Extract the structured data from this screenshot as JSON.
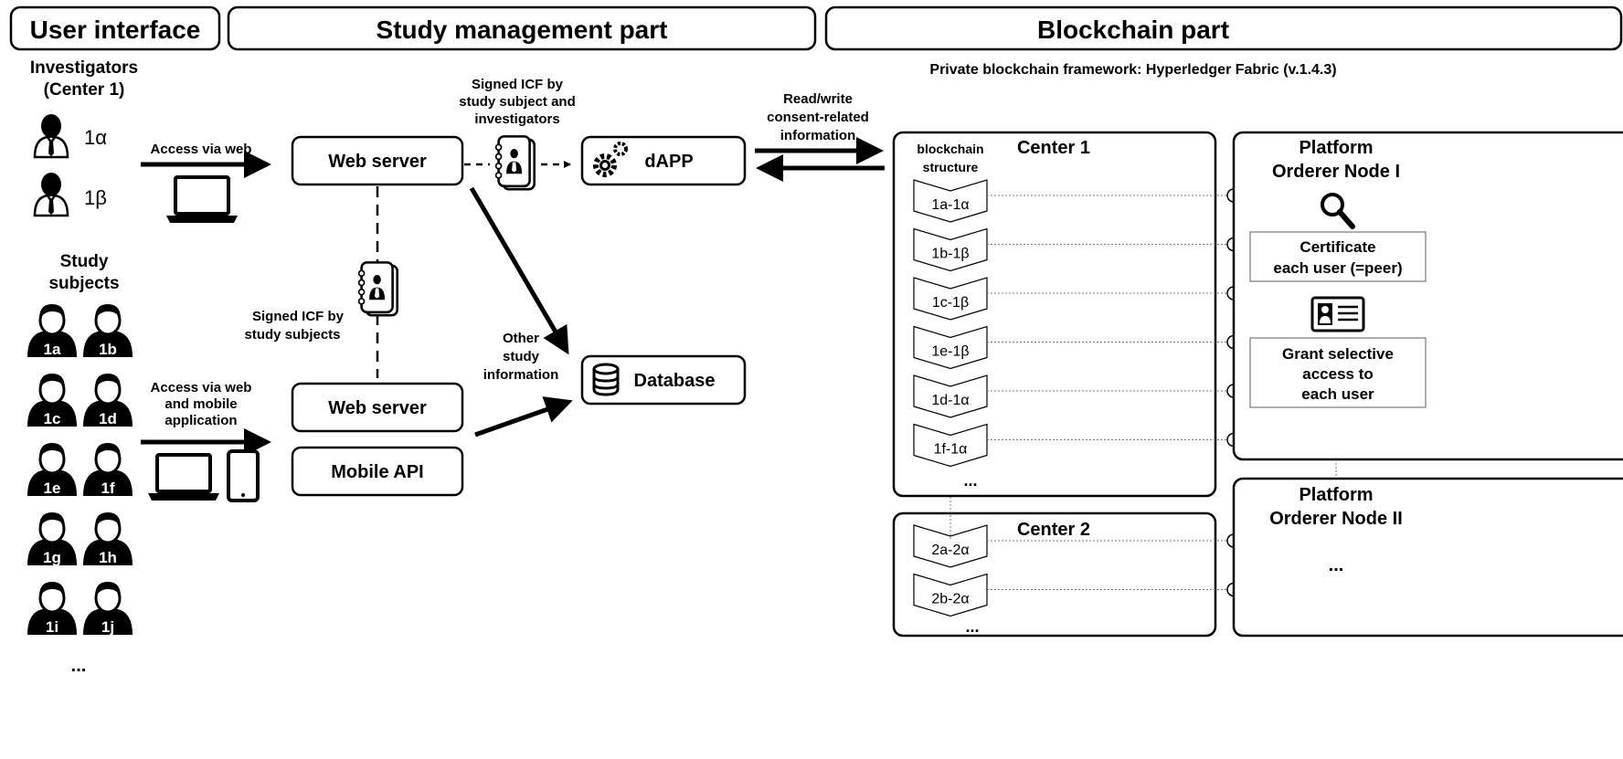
{
  "headers": {
    "user_interface": "User interface",
    "study_management": "Study management part",
    "blockchain": "Blockchain part"
  },
  "ui": {
    "investigators_line1": "Investigators",
    "investigators_line2": "(Center 1)",
    "investigators": [
      {
        "label": "1α"
      },
      {
        "label": "1β"
      }
    ],
    "subjects_line1": "Study",
    "subjects_line2": "subjects",
    "subjects": [
      "1a",
      "1b",
      "1c",
      "1d",
      "1e",
      "1f",
      "1g",
      "1h",
      "1i",
      "1j"
    ],
    "subjects_more": "...",
    "access_web": "Access via web",
    "access_mobile_line1": "Access via web",
    "access_mobile_line2": "and mobile",
    "access_mobile_line3": "application"
  },
  "study": {
    "web_server_1": "Web server",
    "web_server_2": "Web server",
    "mobile_api": "Mobile API",
    "dapp": "dAPP",
    "database": "Database",
    "signed_icf_top_line1": "Signed ICF by",
    "signed_icf_top_line2": "study subject and",
    "signed_icf_top_line3": "investigators",
    "signed_icf_mid_line1": "Signed ICF by",
    "signed_icf_mid_line2": "study subjects",
    "other_info_line1": "Other",
    "other_info_line2": "study",
    "other_info_line3": "information"
  },
  "blockchain": {
    "framework": "Private blockchain framework: Hyperledger Fabric (v.1.4.3)",
    "readwrite_line1": "Read/write",
    "readwrite_line2": "consent-related",
    "readwrite_line3": "information",
    "structure_line1": "blockchain",
    "structure_line2": "structure",
    "center1_title": "Center 1",
    "center1_blocks": [
      "1a-1α",
      "1b-1β",
      "1c-1β",
      "1e-1β",
      "1d-1α",
      "1f-1α"
    ],
    "center1_more": "...",
    "center2_title": "Center 2",
    "center2_blocks": [
      "2a-2α",
      "2b-2α"
    ],
    "center2_more": "...",
    "orderer1_line1": "Platform",
    "orderer1_line2": "Orderer Node I",
    "certificate_line1": "Certificate",
    "certificate_line2": "each user (=peer)",
    "grant_line1": "Grant selective",
    "grant_line2": "access to",
    "grant_line3": "each user",
    "orderer2_line1": "Platform",
    "orderer2_line2": "Orderer Node II",
    "orderer2_more": "..."
  }
}
